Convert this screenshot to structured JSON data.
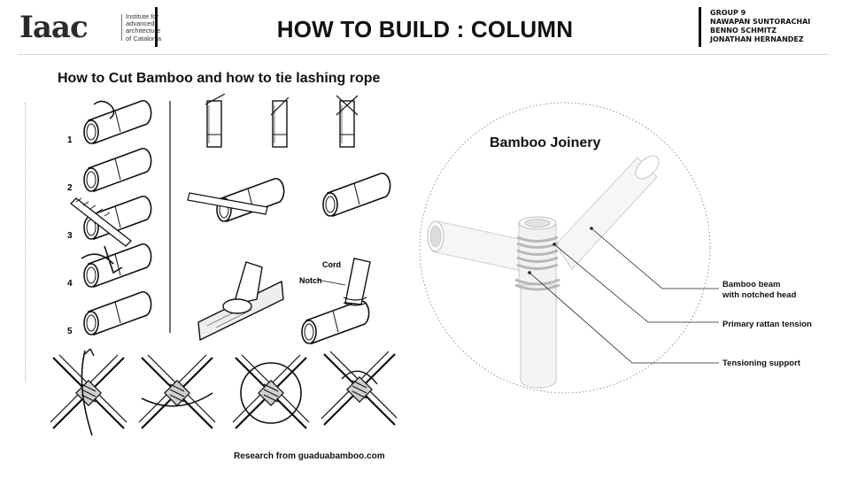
{
  "header": {
    "logo_word": "Iaac",
    "logo_subtitle": [
      "Institute for",
      "advanced",
      "architecture",
      "of Catalonia"
    ],
    "title": "HOW TO BUILD : COLUMN",
    "group_lines": [
      "GROUP 9",
      "NAWAPAN SUNTORACHAI",
      "BENNO SCHMITZ",
      "JONATHAN HERNANDEZ"
    ]
  },
  "left": {
    "subtitle": "How to Cut Bamboo and how to tie lashing rope",
    "step_numbers": [
      "1",
      "2",
      "3",
      "4",
      "5"
    ],
    "labels": {
      "cord": "Cord",
      "notch": "Notch"
    },
    "caption": "Research from guaduabamboo.com"
  },
  "right": {
    "title": "Bamboo Joinery",
    "callouts": [
      [
        "Bamboo beam",
        "with notched head"
      ],
      [
        "Primary rattan tension"
      ],
      [
        "Tensioning support"
      ]
    ]
  },
  "colors": {
    "line": "#111111",
    "bamboo_fill": "#ffffff",
    "divider": "#d9d9d9"
  }
}
